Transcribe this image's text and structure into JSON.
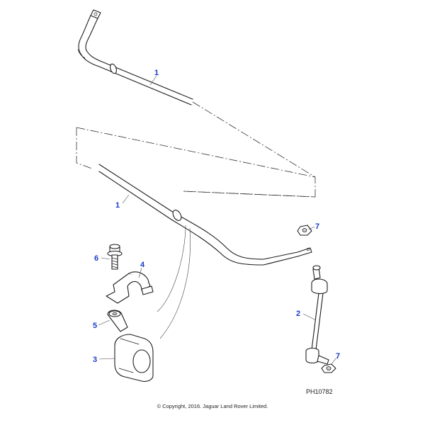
{
  "callouts": [
    {
      "id": "1a",
      "label": "1"
    },
    {
      "id": "1b",
      "label": "1"
    },
    {
      "id": "7a",
      "label": "7"
    },
    {
      "id": "6",
      "label": "6"
    },
    {
      "id": "4",
      "label": "4"
    },
    {
      "id": "2",
      "label": "2"
    },
    {
      "id": "5",
      "label": "5"
    },
    {
      "id": "3",
      "label": "3"
    },
    {
      "id": "7b",
      "label": "7"
    }
  ],
  "reference_code": "PH10782",
  "copyright": "© Copyright, 2016. Jaguar Land Rover Limited.",
  "colors": {
    "callout": "#1a3cc8",
    "line": "#1e1e1e"
  }
}
